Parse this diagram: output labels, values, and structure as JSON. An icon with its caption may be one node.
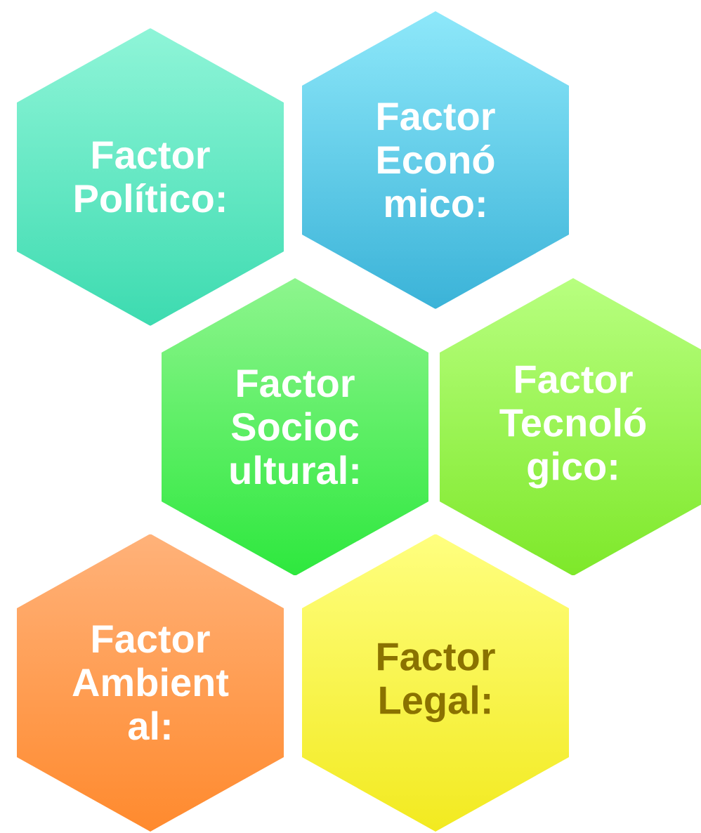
{
  "diagram": {
    "nodes": [
      {
        "text": [
          "Factor Político:"
        ]
      },
      {
        "text": [
          "Factor Econó mico:"
        ]
      },
      {
        "text": [
          "Factor Socioc ultural:"
        ]
      },
      {
        "text": [
          "Factor Tecnoló gico:"
        ]
      },
      {
        "text": [
          "Factor Ambient al:"
        ]
      },
      {
        "text": [
          "Factor Legal:"
        ]
      }
    ]
  }
}
